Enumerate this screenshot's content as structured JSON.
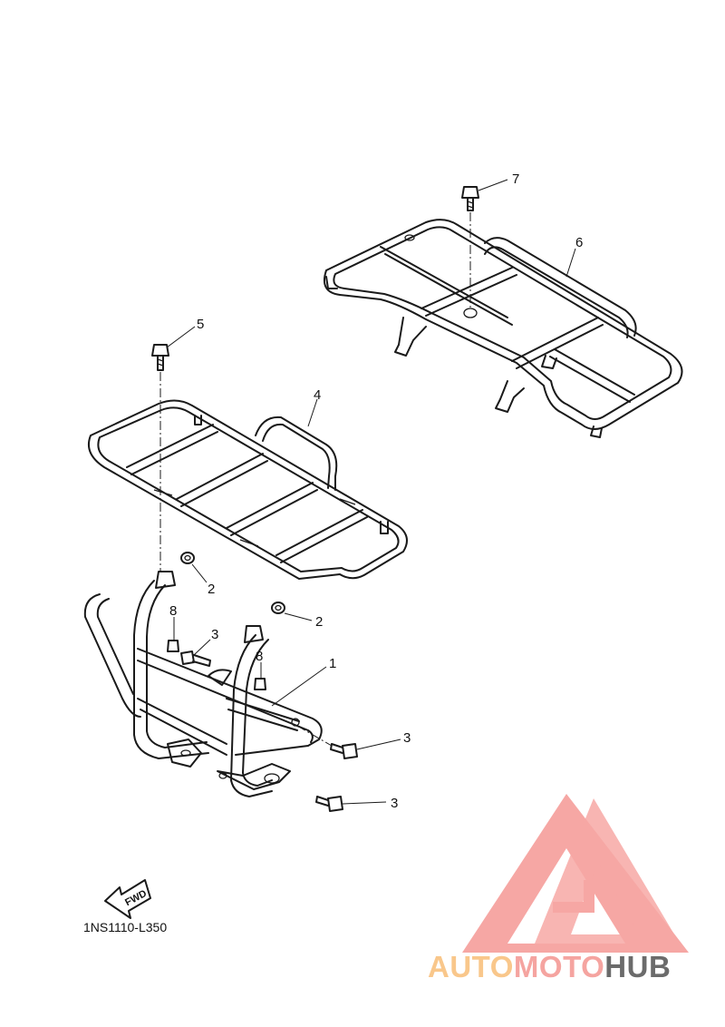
{
  "callouts": [
    {
      "num": "1",
      "part": "guard"
    },
    {
      "num": "2",
      "part": "grommet"
    },
    {
      "num": "2",
      "part": "grommet"
    },
    {
      "num": "3",
      "part": "bolt"
    },
    {
      "num": "3",
      "part": "bolt"
    },
    {
      "num": "3",
      "part": "bolt"
    },
    {
      "num": "4",
      "part": "front-carrier"
    },
    {
      "num": "5",
      "part": "bolt"
    },
    {
      "num": "6",
      "part": "rear-carrier"
    },
    {
      "num": "7",
      "part": "bolt"
    },
    {
      "num": "8",
      "part": "bolt"
    },
    {
      "num": "8",
      "part": "bolt"
    }
  ],
  "fwd_label": "FWD",
  "diagram_code": "1NS1110-L350",
  "watermark": {
    "parts": [
      "AUTO",
      "MOTO",
      "HUB"
    ],
    "colors": [
      "#f9c78b",
      "#f5a4a0",
      "#6b6b6b"
    ],
    "logo_color": "#f6a3a0"
  }
}
